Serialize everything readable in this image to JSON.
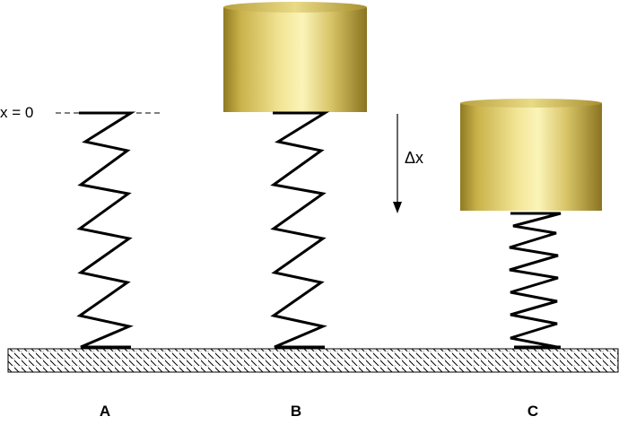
{
  "labels": {
    "x_zero": "x = 0",
    "delta_x": "Δx",
    "a": "A",
    "b": "B",
    "c": "C"
  },
  "colors": {
    "mass_gold": "#c9b24a",
    "mass_highlight": "#fbf4b0",
    "mass_shadow": "#8a7420",
    "spring": "#000000",
    "ground_hatch": "#000000"
  }
}
